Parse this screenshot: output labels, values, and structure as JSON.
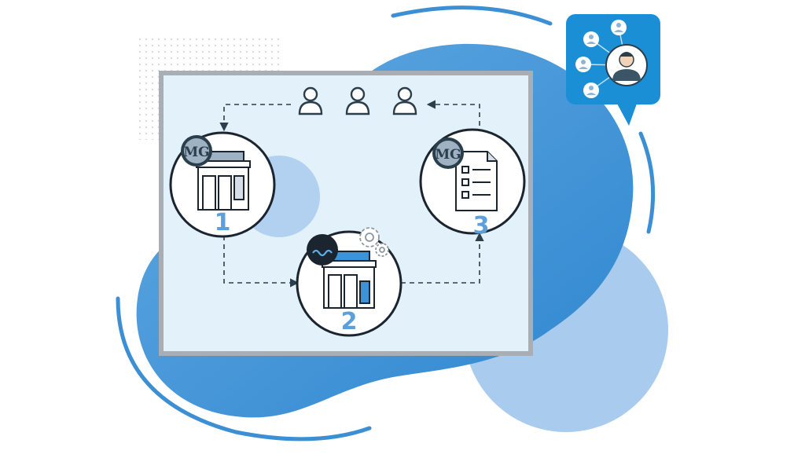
{
  "steps": [
    {
      "number": "1",
      "logo_text": "MG",
      "icon": "storefront-icon"
    },
    {
      "number": "2",
      "logo_text": "",
      "icon": "storefront-with-gears-icon"
    },
    {
      "number": "3",
      "logo_text": "MG",
      "icon": "checklist-document-icon"
    }
  ],
  "colors": {
    "blob_dark": "#3d8fd4",
    "blob_light": "#a9cbed",
    "frame_border": "#a9aeb4",
    "frame_fill": "#e3f1fa",
    "accent_number": "#5b9fdc",
    "badge": "#1a8fd6"
  }
}
